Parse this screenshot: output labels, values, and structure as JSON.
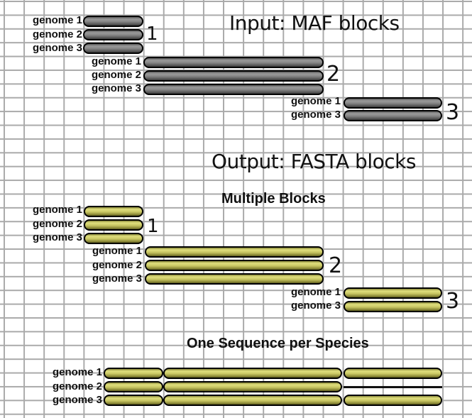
{
  "input_section": {
    "title": "Input: MAF blocks",
    "color": "#808080",
    "blocks": [
      {
        "number": "1",
        "rows": [
          "genome 1",
          "genome 2",
          "genome 3"
        ]
      },
      {
        "number": "2",
        "rows": [
          "genome 1",
          "genome 2",
          "genome 3"
        ]
      },
      {
        "number": "3",
        "rows": [
          "genome 1",
          "genome 3"
        ]
      }
    ]
  },
  "output_section": {
    "title": "Output: FASTA blocks",
    "color": "#c9c764",
    "multiple_blocks": {
      "subtitle": "Multiple Blocks",
      "blocks": [
        {
          "number": "1",
          "rows": [
            "genome 1",
            "genome 2",
            "genome 3"
          ]
        },
        {
          "number": "2",
          "rows": [
            "genome 1",
            "genome 2",
            "genome 3"
          ]
        },
        {
          "number": "3",
          "rows": [
            "genome 1",
            "genome 3"
          ]
        }
      ]
    },
    "one_sequence": {
      "subtitle": "One Sequence per Species",
      "rows": [
        {
          "label": "genome 1",
          "segments": [
            "block 1",
            "block 2",
            "block 3"
          ]
        },
        {
          "label": "genome 2",
          "segments": [
            "block 1",
            "block 2",
            "gap"
          ]
        },
        {
          "label": "genome 3",
          "segments": [
            "block 1",
            "block 2",
            "block 3"
          ]
        }
      ]
    }
  }
}
